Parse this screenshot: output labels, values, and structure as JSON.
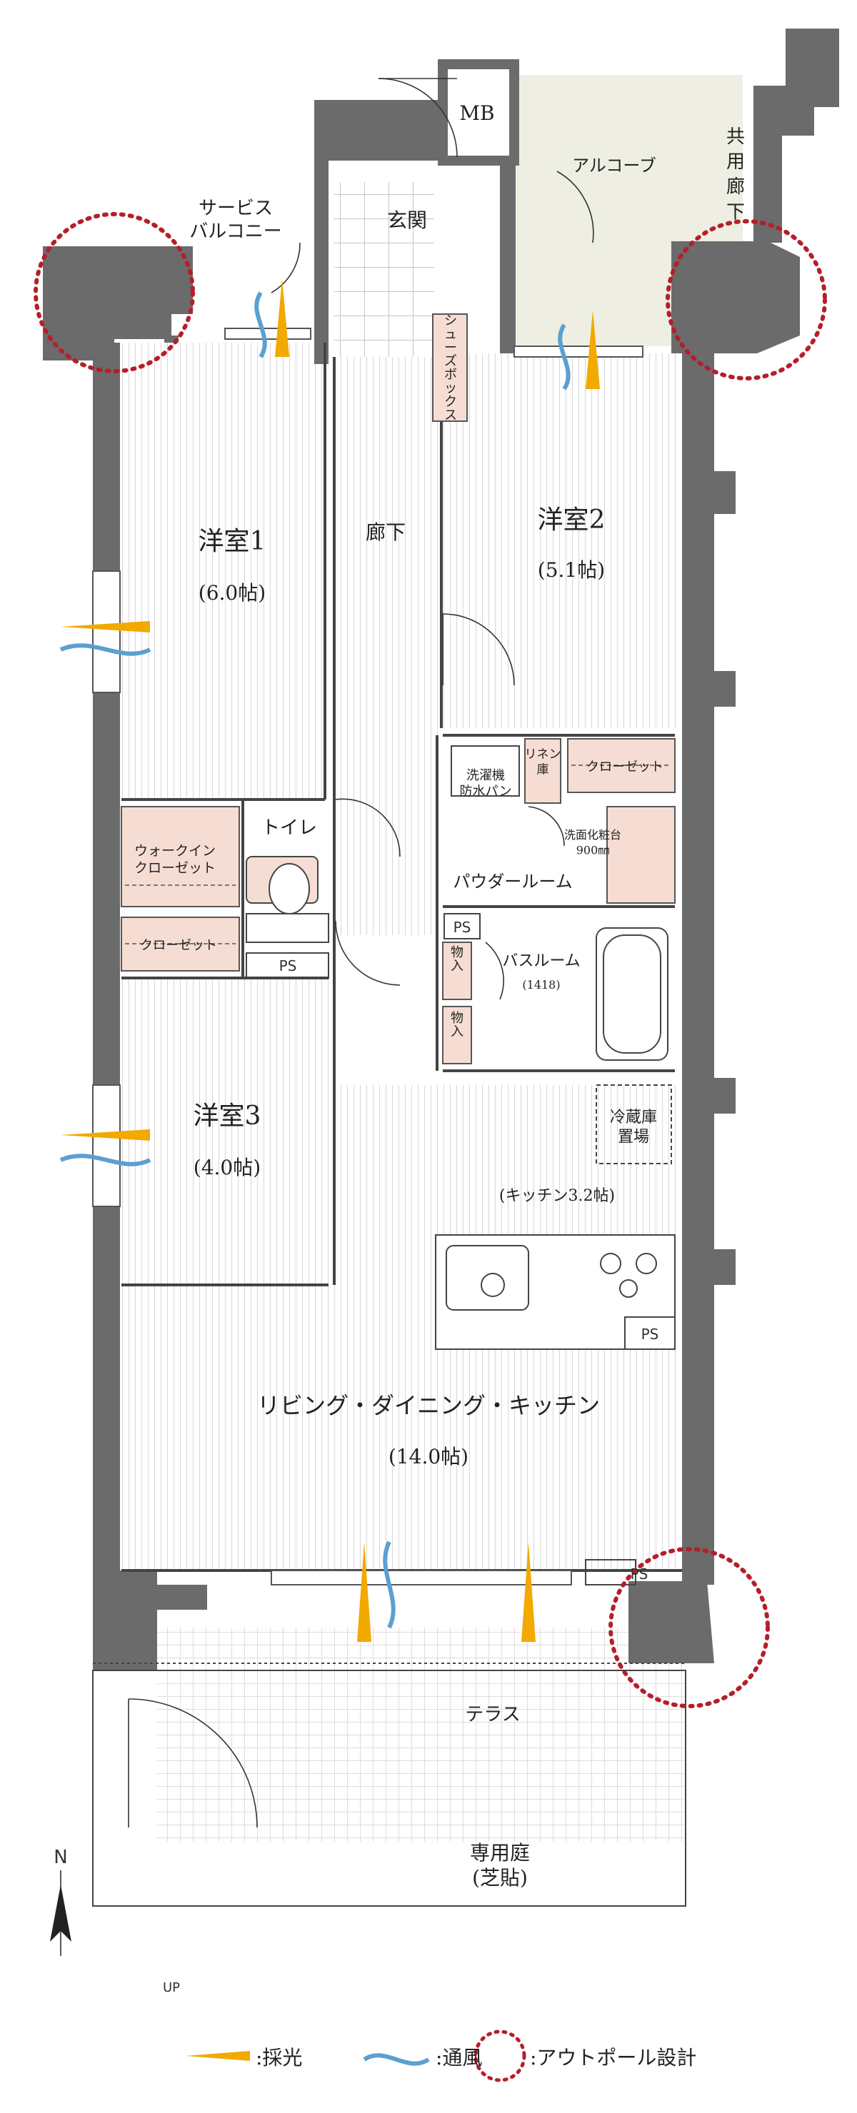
{
  "rooms": {
    "service_balcony": "サービス\nバルコニー",
    "mb": "MB",
    "alcove": "アルコーブ",
    "common_corridor": "共\n用\n廊\n下",
    "entrance": "玄関",
    "shoes_box": "シューズボックス",
    "room1_name": "洋室1",
    "room1_size": "(6.0帖)",
    "corridor": "廊下",
    "room2_name": "洋室2",
    "room2_size": "(5.1帖)",
    "washer": "洗濯機\n防水パン",
    "linen": "リネン\n庫",
    "closet_room2": "クローゼット",
    "vanity": "洗面化粧台\n900㎜",
    "walkin_closet": "ウォークイン\nクローゼット",
    "toilet": "トイレ",
    "powder_room": "パウダールーム",
    "ps_bath": "PS",
    "bathroom": "バスルーム",
    "bath_size": "(1418)",
    "closet_room3": "クローゼット",
    "ps_toilet": "PS",
    "storage1": "物入",
    "storage2": "物入",
    "room3_name": "洋室3",
    "room3_size": "(4.0帖)",
    "fridge": "冷蔵庫\n置場",
    "kitchen": "(キッチン3.2帖)",
    "ps_kitchen": "PS",
    "ldk_name": "リビング・ダイニング・キッチン",
    "ldk_size": "(14.0帖)",
    "ps_terrace": "PS",
    "terrace": "テラス",
    "garden": "専用庭\n(芝貼)",
    "north": "N",
    "up": "UP"
  },
  "legend": {
    "light": ":採光",
    "wind": ":通風",
    "outpole": ":アウトポール設計"
  },
  "colors": {
    "wall": "#6b6b6b",
    "closet": "#f6ddd3",
    "alcove": "#eeefe2",
    "light": "#f2a900",
    "wind": "#5aa0d0",
    "outpole": "#b51e2a"
  }
}
